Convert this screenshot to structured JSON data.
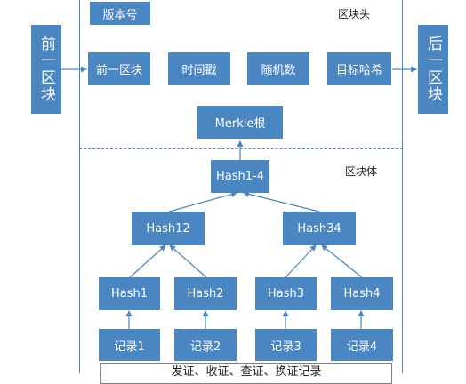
{
  "labels": {
    "block_header": "区块头",
    "block_body": "区块体"
  },
  "side": {
    "prev_block": "前一区块",
    "next_block": "后一区块"
  },
  "header": {
    "version": "版本号",
    "prev_hash": "前一区块",
    "timestamp": "时间戳",
    "nonce": "随机数",
    "target_hash": "目标哈希",
    "merkle_root": "Merkle根"
  },
  "tree": {
    "hash14": "Hash1-4",
    "hash12": "Hash12",
    "hash34": "Hash34",
    "hash1": "Hash1",
    "hash2": "Hash2",
    "hash3": "Hash3",
    "hash4": "Hash4"
  },
  "records": {
    "r1": "记录1",
    "r2": "记录2",
    "r3": "记录3",
    "r4": "记录4"
  },
  "transactions_caption": "发证、收证、查证、换证记录",
  "colors": {
    "node_fill": "#4a86c1",
    "node_text": "#ffffff",
    "edge": "#4a86c1",
    "frame": "#4a86c1"
  }
}
